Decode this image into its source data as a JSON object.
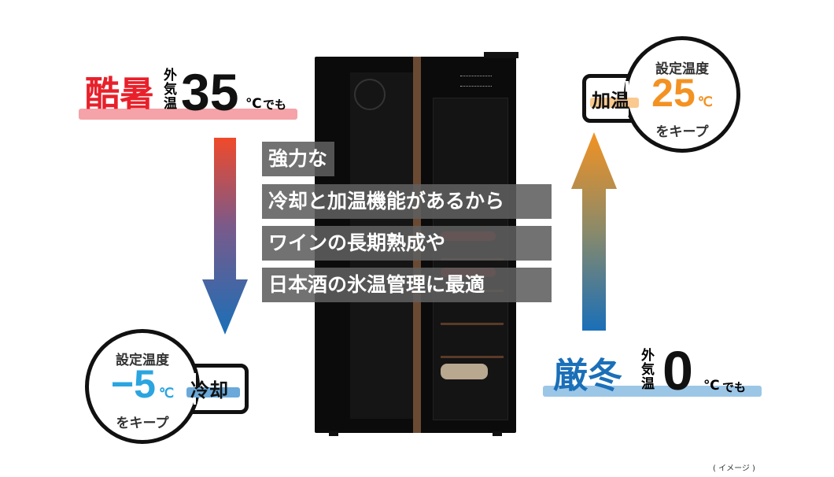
{
  "hot": {
    "season": "酷暑",
    "outside": "外気温",
    "temp": "35",
    "unit": "℃",
    "suffix": "でも"
  },
  "cold": {
    "season": "厳冬",
    "outside": "外気温",
    "temp": "0",
    "unit": "℃",
    "suffix": "でも"
  },
  "cooling": {
    "heading": "設定温度",
    "temp": "−5",
    "unit": "℃",
    "keep": "をキープ",
    "mode": "冷却"
  },
  "heating": {
    "heading": "設定温度",
    "temp": "25",
    "unit": "℃",
    "keep": "をキープ",
    "mode": "加温"
  },
  "headline": [
    "強力な",
    "冷却と加温機能があるから",
    "ワインの長期熟成や",
    "日本酒の氷温管理に最適"
  ],
  "note": "( イメージ )",
  "colors": {
    "hot": "#e8202a",
    "hot_bar": "#f5a3a8",
    "cold": "#1a6fb8",
    "cold_bar": "#9cc6e6",
    "cool_blue": "#2aa5e0",
    "warm_orange": "#f39222"
  }
}
